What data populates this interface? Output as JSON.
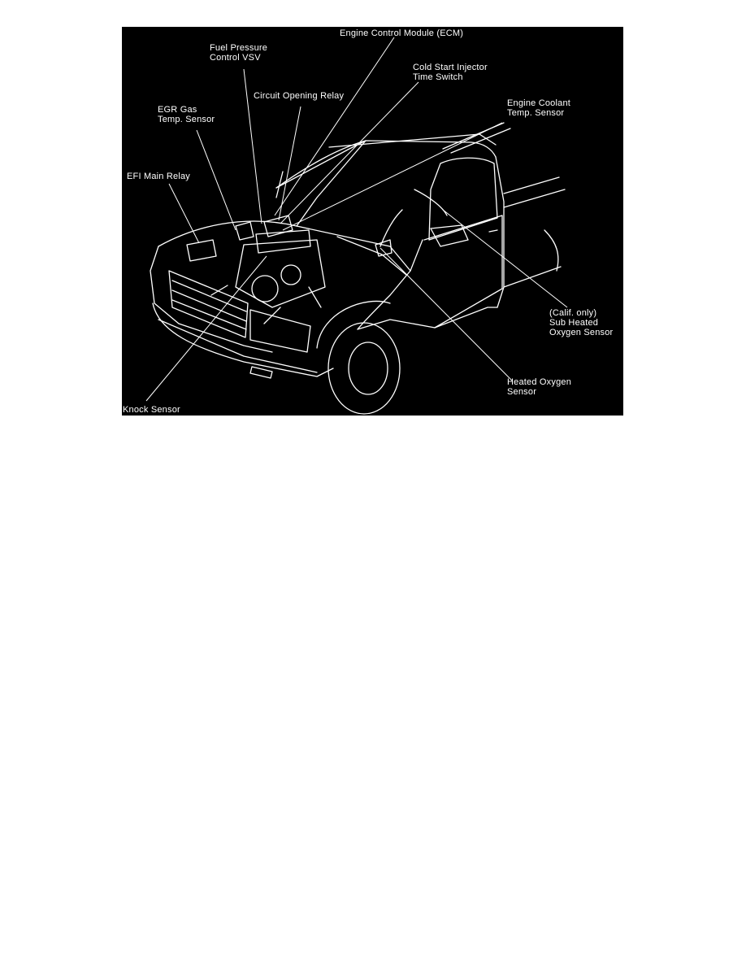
{
  "diagram": {
    "colors": {
      "background": "#000000",
      "ink": "#ffffff",
      "page": "#ffffff"
    },
    "labels": {
      "ecm": "Engine Control Module (ECM)",
      "fuel_pressure_vsv": [
        "Fuel Pressure",
        "Control VSV"
      ],
      "cold_start_switch": [
        "Cold Start Injector",
        "Time Switch"
      ],
      "circuit_opening_relay": "Circuit Opening Relay",
      "engine_coolant_sensor": [
        "Engine Coolant",
        "Temp. Sensor"
      ],
      "egr_gas_sensor": [
        "EGR Gas",
        "Temp. Sensor"
      ],
      "efi_main_relay": "EFI Main Relay",
      "sub_heated_oxygen_sensor": [
        "(Calif. only)",
        "Sub Heated",
        "Oxygen Sensor"
      ],
      "heated_oxygen_sensor": [
        "Heated Oxygen",
        "Sensor"
      ],
      "knock_sensor": "Knock Sensor"
    }
  }
}
